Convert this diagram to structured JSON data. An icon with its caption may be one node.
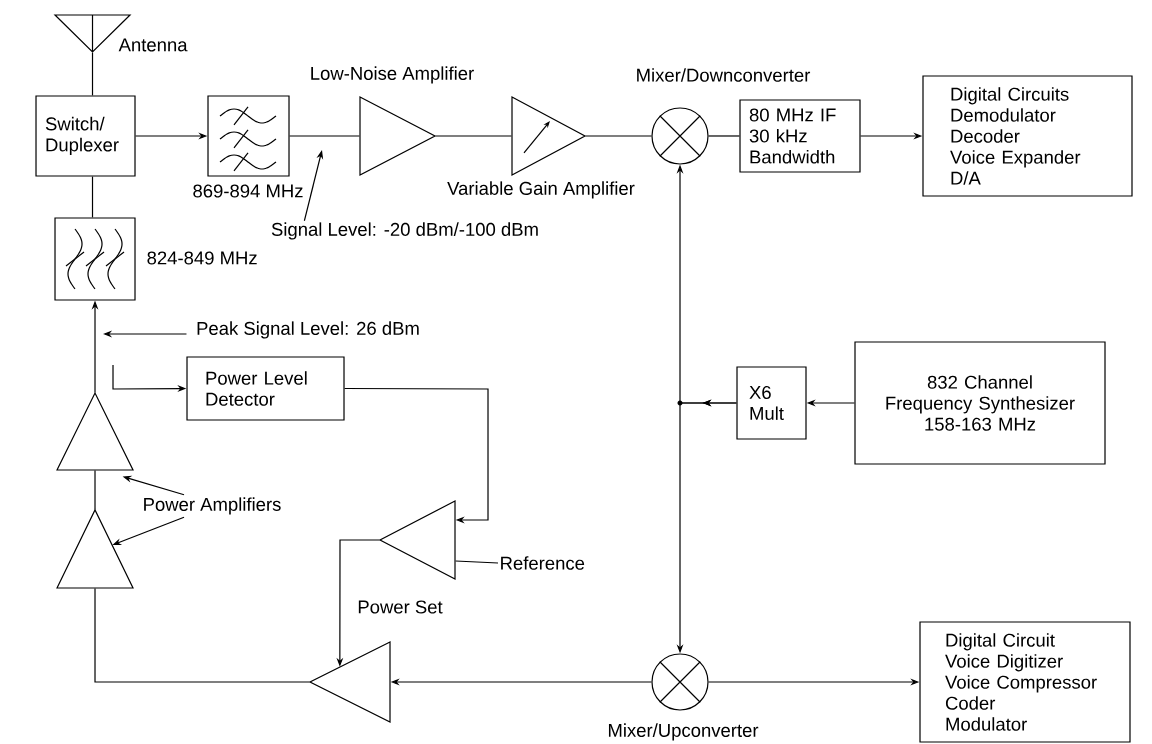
{
  "diagram": {
    "nodes": [
      {
        "text": [
          "Antenna"
        ]
      },
      {
        "text": [
          "Switch/ Duplexer"
        ]
      },
      {
        "text": [],
        "shape": "box",
        "beside": [
          "869-894 MHz"
        ]
      },
      {
        "text": [
          "Low-Noise Amplifier"
        ]
      },
      {
        "text": [
          "Variable Gain Amplifier"
        ]
      },
      {
        "text": [
          "Mixer/Downconverter"
        ]
      },
      {
        "text": [
          "80 MHz IF",
          "30 kHz Bandwidth"
        ]
      },
      {
        "text": [
          "Digital Circuits",
          "Demodulator",
          "Decoder",
          "Voice Expander",
          "D/A"
        ]
      },
      {
        "text": [],
        "shape": "box",
        "beside": [
          "824-849 MHz"
        ]
      },
      {
        "text": [
          "Signal Level: -20 dBm/-100 dBm"
        ]
      },
      {
        "text": [
          "Peak Signal Level: 26 dBm"
        ]
      },
      {
        "text": [
          "Power Level Detector"
        ]
      },
      {
        "text": [
          "X6 Mult"
        ]
      },
      {
        "text": [
          "832 Channel Frequency Synthesizer",
          "158-163 MHz"
        ]
      },
      {
        "text": [],
        "shape": "triangle"
      },
      {
        "text": [
          "Power Amplifiers"
        ]
      },
      {
        "text": [],
        "shape": "triangle"
      },
      {
        "text": [],
        "shape": "triangle"
      },
      {
        "text": [
          "Reference"
        ]
      },
      {
        "text": [],
        "shape": "triangle"
      },
      {
        "text": [
          "Mixer/Upconverter"
        ]
      },
      {
        "text": [
          "Digital Circuit",
          "Voice Digitizer",
          "Voice Compressor",
          "Coder",
          "Modulator"
        ]
      }
    ],
    "edges": [
      {
        "from": 0,
        "to": 1,
        "arrow": "none"
      },
      {
        "from": 1,
        "to": 2,
        "arrow": "to"
      },
      {
        "from": 2,
        "to": 3,
        "arrow": "none"
      },
      {
        "from": 3,
        "to": 4,
        "arrow": "none"
      },
      {
        "from": 4,
        "to": 5,
        "arrow": "none"
      },
      {
        "from": 5,
        "to": 6,
        "arrow": "none"
      },
      {
        "from": 6,
        "to": 7,
        "arrow": "to"
      },
      {
        "from": 1,
        "to": 8,
        "arrow": "none"
      },
      {
        "from": 14,
        "to": 8,
        "arrow": "to"
      },
      {
        "from": 16,
        "to": 14,
        "arrow": "none"
      },
      {
        "from": null,
        "to": 11,
        "arrow": "to"
      },
      {
        "from": 11,
        "to": 17,
        "arrow": "to"
      },
      {
        "from": 18,
        "to": 17,
        "arrow": "none"
      },
      {
        "from": 17,
        "to": 19,
        "arrow": "to",
        "label": "Power Set"
      },
      {
        "from": 19,
        "to": 16,
        "arrow": "none"
      },
      {
        "from": 20,
        "to": 19,
        "arrow": "to"
      },
      {
        "from": 20,
        "to": 21,
        "arrow": "to"
      },
      {
        "from": 13,
        "to": 12,
        "arrow": "to"
      },
      {
        "from": 12,
        "to": 5,
        "arrow": "to"
      },
      {
        "from": 12,
        "to": 20,
        "arrow": "to"
      },
      {
        "from": 15,
        "to": 14,
        "arrow": "to"
      },
      {
        "from": 15,
        "to": 16,
        "arrow": "to"
      },
      {
        "from": 9,
        "to": null,
        "arrow": "to"
      },
      {
        "from": 10,
        "to": null,
        "arrow": "to"
      }
    ]
  }
}
